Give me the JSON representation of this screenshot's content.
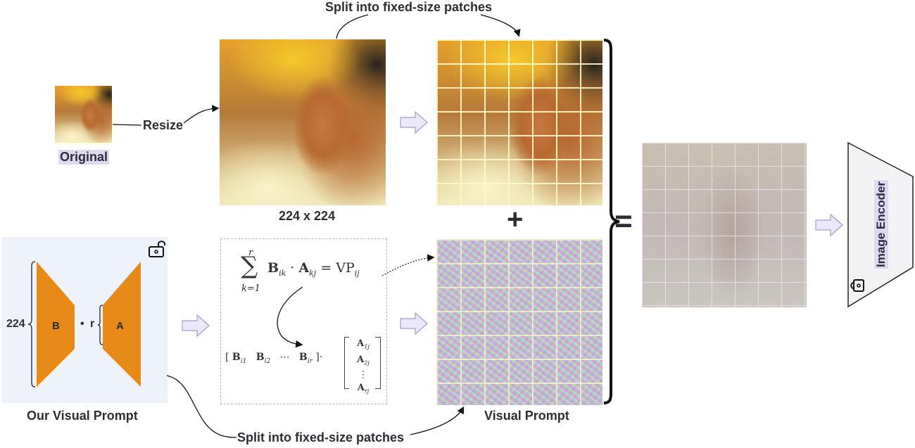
{
  "labels": {
    "original": "Original",
    "resize": "Resize",
    "size_label": "224 x 224",
    "split_top": "Split into fixed-size patches",
    "split_bottom": "Split into fixed-size patches",
    "our_visual_prompt": "Our Visual Prompt",
    "visual_prompt": "Visual Prompt",
    "image_encoder": "Image Encoder",
    "plus": "+",
    "equals": "="
  },
  "factorization": {
    "height_label": "224",
    "rank_label": "r",
    "dot": "•",
    "matrix_b": "B",
    "matrix_a": "A"
  },
  "equation": {
    "sum_upper": "r",
    "sum_lower": "k=1",
    "sum_symbol": "∑",
    "body": "B",
    "body_sub": "ik",
    "dot": "·",
    "a": "A",
    "a_sub": "kj",
    "eq": "=",
    "vp": "VP",
    "vp_sub": "ij",
    "row_vector": [
      "B",
      "B",
      "⋯",
      "B"
    ],
    "row_subs": [
      "i1",
      "i2",
      "",
      "ir"
    ],
    "col_vector": [
      "A",
      "A",
      "⋮",
      "A"
    ],
    "col_subs": [
      "1j",
      "2j",
      "",
      "rj"
    ]
  },
  "icons": {
    "unlock": "unlock-icon",
    "lock": "lock-icon"
  },
  "colors": {
    "orange": "#e88a17",
    "panel_bg": "#eef3fb",
    "label_highlight": "#dcd9f3",
    "arrow_fill": "#ece8fb",
    "arrow_stroke": "#a39cd0",
    "encoder_fill": "#f3f3f5"
  },
  "grid": {
    "patches_per_side": 7
  }
}
